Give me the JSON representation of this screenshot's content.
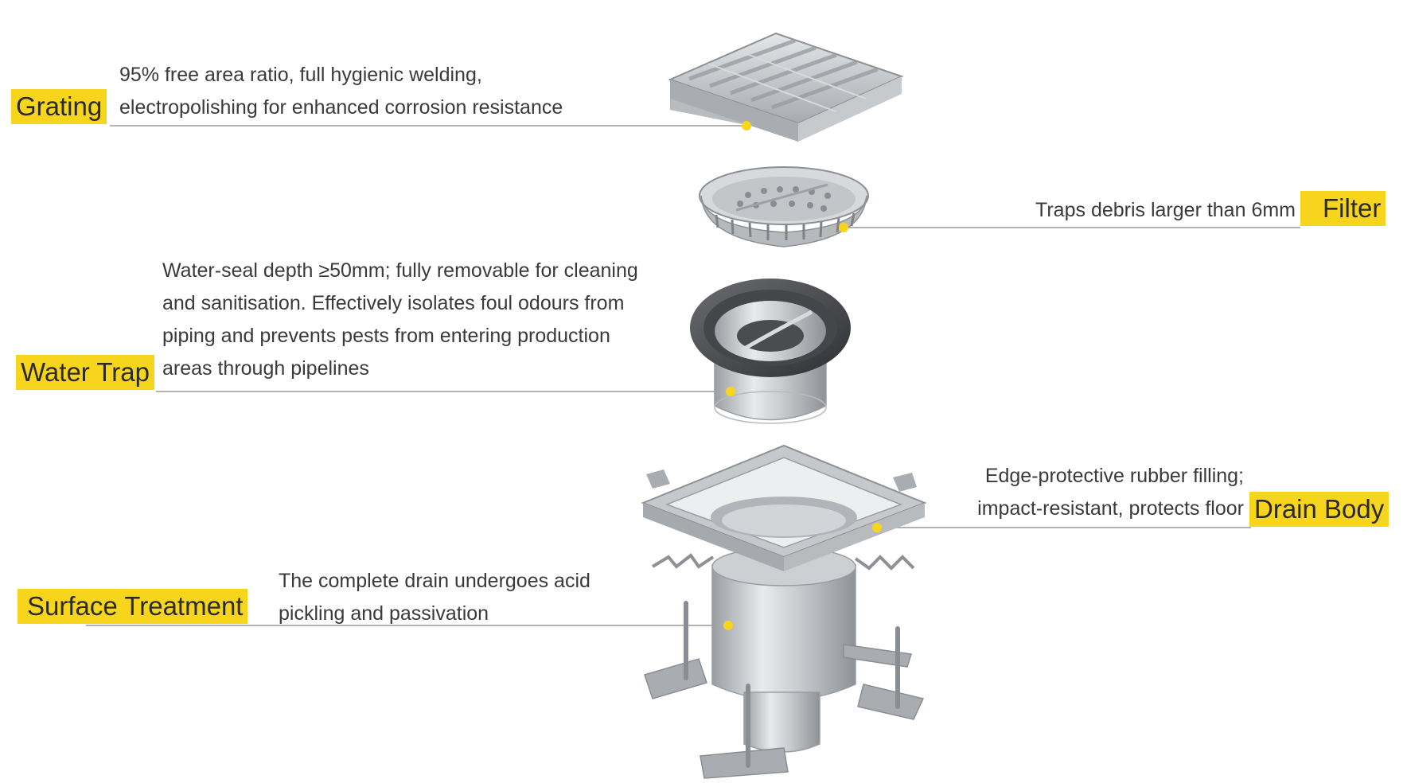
{
  "accent_color": "#f7d51d",
  "callouts": [
    {
      "id": "grating",
      "label": "Grating",
      "description": [
        "95% free area ratio, full hygienic welding,",
        "electropolishing for enhanced corrosion resistance"
      ]
    },
    {
      "id": "filter",
      "label": "Filter",
      "description": [
        "Traps debris larger than 6mm"
      ]
    },
    {
      "id": "water-trap",
      "label": "Water Trap",
      "description": [
        "Water-seal depth ≥50mm; fully removable for cleaning",
        "and sanitisation. Effectively isolates foul odours from",
        "piping and prevents pests from entering production",
        "areas through pipelines"
      ]
    },
    {
      "id": "drain-body",
      "label": "Drain Body",
      "description": [
        "Edge-protective rubber filling;",
        "impact-resistant, protects floor"
      ]
    },
    {
      "id": "surface-treatment",
      "label": "Surface Treatment",
      "description": [
        "The complete drain undergoes acid",
        "pickling and passivation"
      ]
    }
  ]
}
